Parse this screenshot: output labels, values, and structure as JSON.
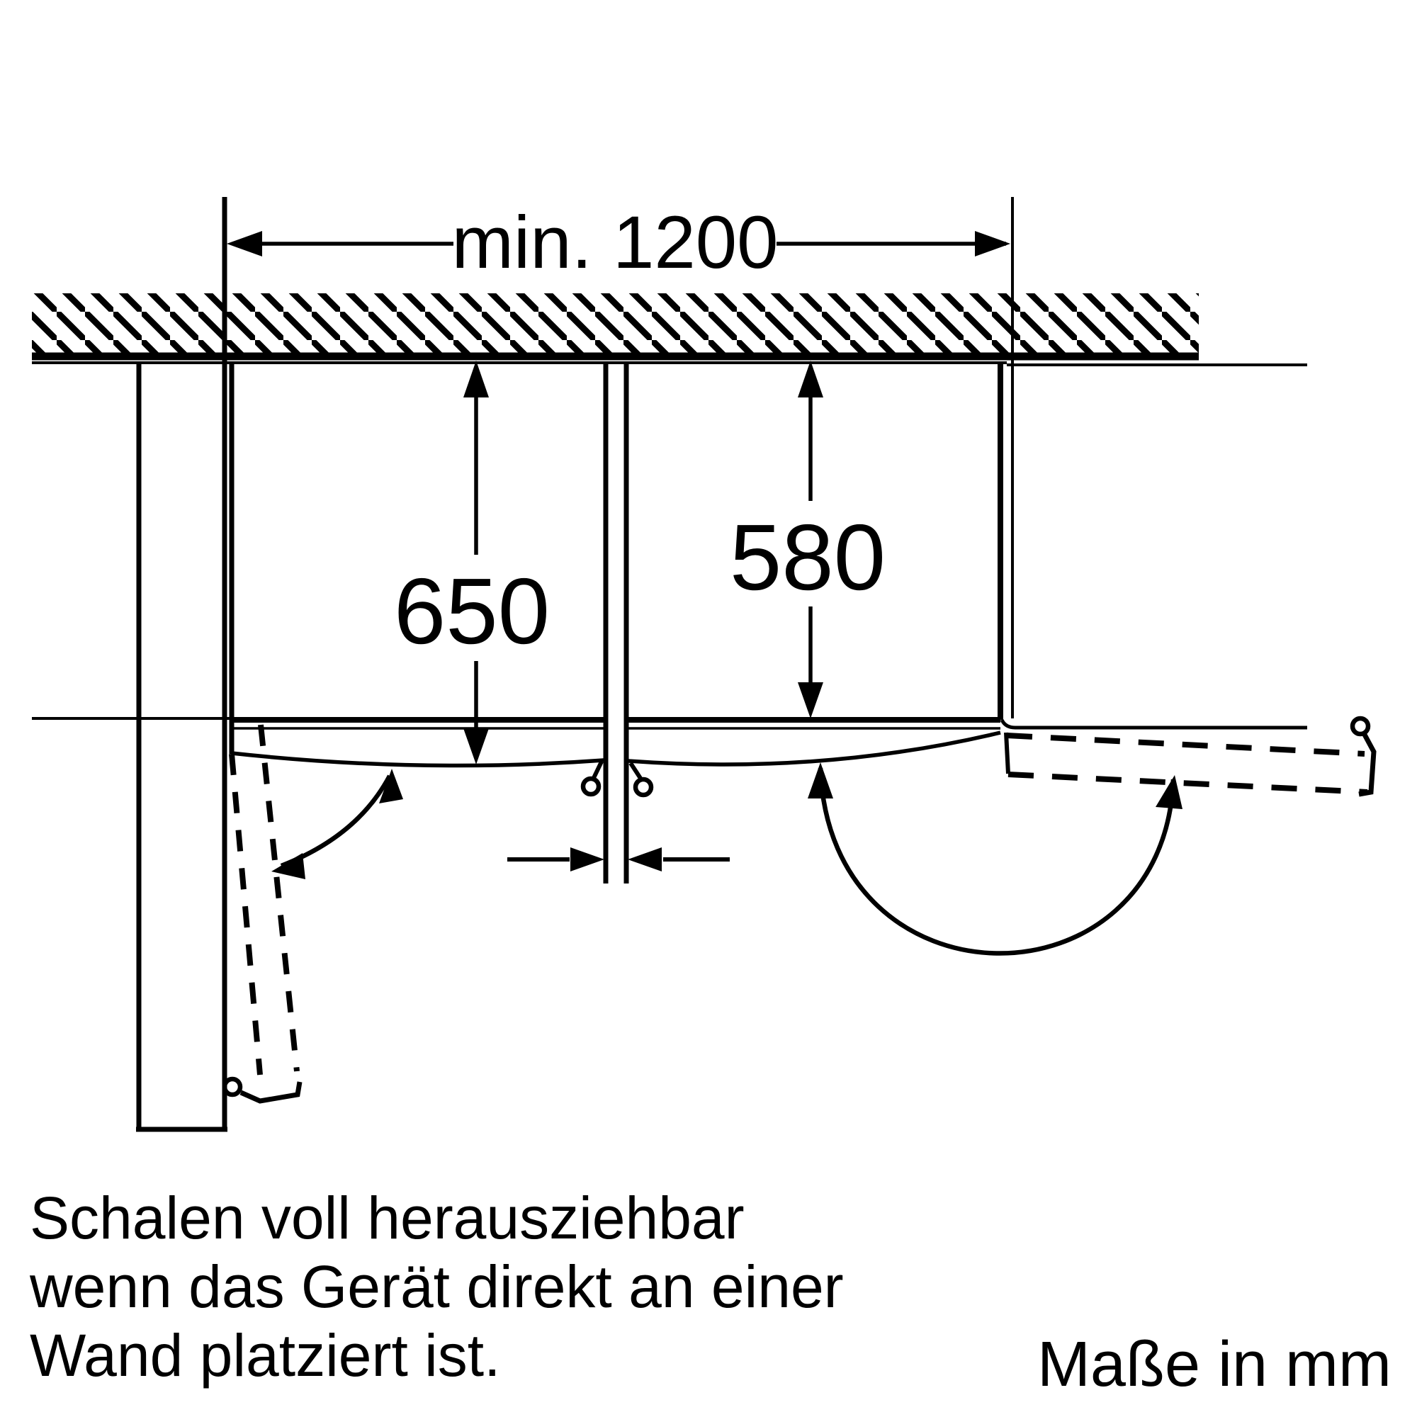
{
  "figure": {
    "kind": "appliance-installation-diagram",
    "view": "top-view niche with two built-under appliances, wall hatching and door swing arcs"
  },
  "dimensions": {
    "niche_width": "min. 1200",
    "depth_with_door": "650",
    "niche_depth": "580"
  },
  "note": {
    "line1": "Schalen voll herausziehbar",
    "line2": "wenn das Gerät direkt an einer",
    "line3": "Wand platziert ist."
  },
  "units_label": "Maße in mm",
  "colors": {
    "ink": "#000000",
    "background": "#ffffff"
  }
}
